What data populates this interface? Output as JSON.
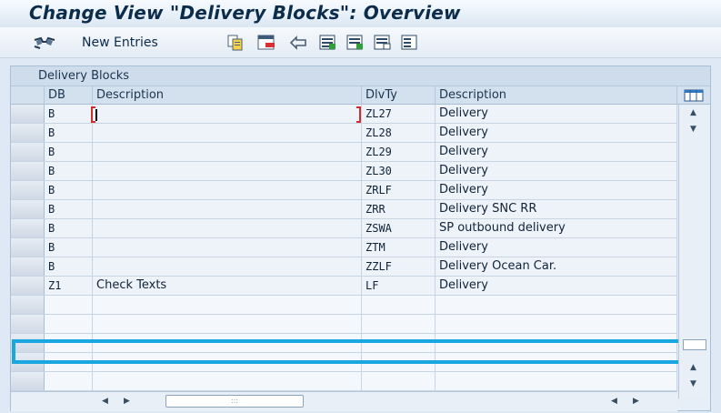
{
  "window": {
    "title": "Change View \"Delivery Blocks\": Overview"
  },
  "toolbar": {
    "new_entries_label": "New Entries",
    "icons": [
      "edit-glasses-icon",
      "copy-icon",
      "delete-icon",
      "undo-icon",
      "select-all-icon",
      "select-block-icon",
      "deselect-all-icon",
      "details-icon"
    ]
  },
  "table": {
    "panel_title": "Delivery Blocks",
    "columns": [
      "DB",
      "Description",
      "DlvTy",
      "Description"
    ],
    "rows": [
      {
        "db": "B",
        "desc": "",
        "dlvty": "ZL27",
        "dlvdesc": "Delivery"
      },
      {
        "db": "B",
        "desc": "",
        "dlvty": "ZL28",
        "dlvdesc": "Delivery"
      },
      {
        "db": "B",
        "desc": "",
        "dlvty": "ZL29",
        "dlvdesc": "Delivery"
      },
      {
        "db": "B",
        "desc": "",
        "dlvty": "ZL30",
        "dlvdesc": "Delivery"
      },
      {
        "db": "B",
        "desc": "",
        "dlvty": "ZRLF",
        "dlvdesc": "Delivery"
      },
      {
        "db": "B",
        "desc": "",
        "dlvty": "ZRR",
        "dlvdesc": "Delivery SNC RR"
      },
      {
        "db": "B",
        "desc": "",
        "dlvty": "ZSWA",
        "dlvdesc": "SP outbound delivery"
      },
      {
        "db": "B",
        "desc": "",
        "dlvty": "ZTM",
        "dlvdesc": "Delivery"
      },
      {
        "db": "B",
        "desc": "",
        "dlvty": "ZZLF",
        "dlvdesc": "Delivery Ocean Car."
      },
      {
        "db": "Z1",
        "desc": "Check Texts",
        "dlvty": "LF",
        "dlvdesc": "Delivery"
      }
    ],
    "empty_rows": 5
  },
  "scrollbar_grip": ":::",
  "colors": {
    "highlight": "#1aa6e0",
    "title": "#0c2c4c"
  }
}
